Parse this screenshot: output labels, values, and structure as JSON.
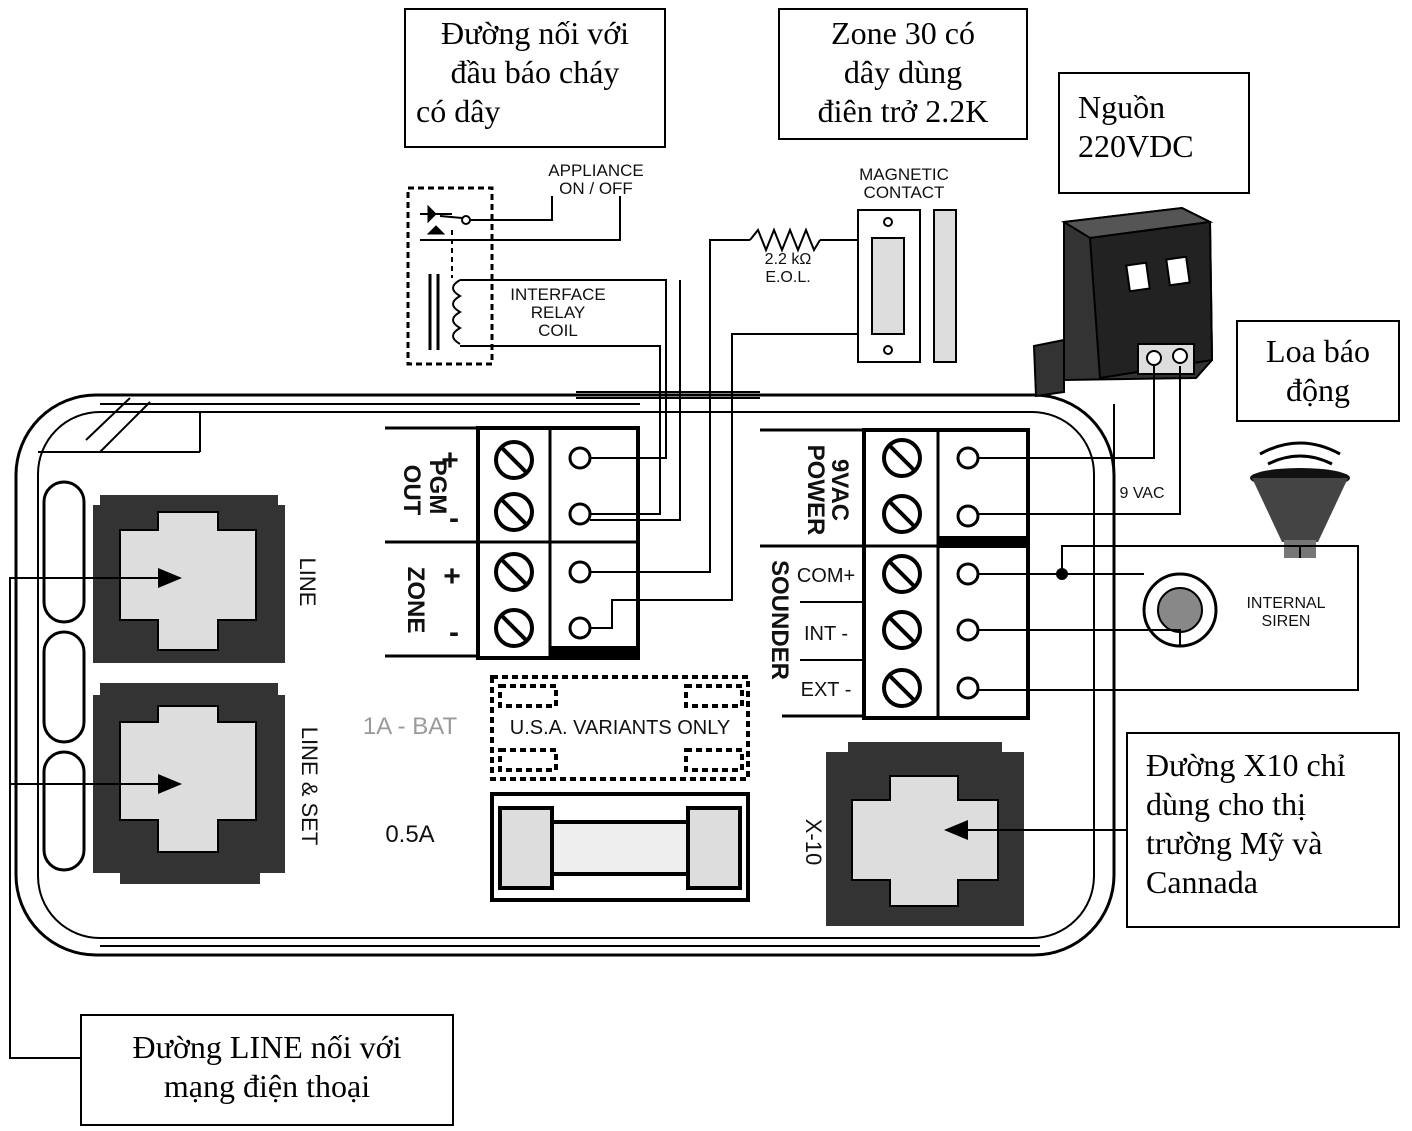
{
  "callouts": {
    "fire_detector": [
      "Đường nối với",
      "đầu báo cháy",
      "có dây"
    ],
    "zone30": [
      "Zone 30 có",
      "dây dùng",
      "điên trở 2.2K"
    ],
    "power_source": [
      "Nguồn",
      "220VDC"
    ],
    "siren_speaker": [
      "Loa báo",
      "động"
    ],
    "x10_line": [
      "Đường X10 chỉ",
      "dùng cho thị",
      "trường Mỹ và",
      "Cannada"
    ],
    "phone_line": [
      "Đường LINE nối với",
      "mạng điện thoại"
    ]
  },
  "labels": {
    "appliance": [
      "APPLIANCE",
      "ON / OFF"
    ],
    "relay": [
      "INTERFACE",
      "RELAY",
      "COIL"
    ],
    "resistor": [
      "2.2 kΩ",
      "E.O.L."
    ],
    "magnetic": [
      "MAGNETIC",
      "CONTACT"
    ],
    "pgm_out": [
      "PGM",
      "OUT"
    ],
    "zone": "ZONE",
    "power": [
      "9VAC",
      "POWER"
    ],
    "sounder": "SOUNDER",
    "com": "COM+",
    "int": "INT -",
    "ext": "EXT -",
    "vac": "9 VAC",
    "internal_siren": [
      "INTERNAL",
      "SIREN"
    ],
    "line": "LINE",
    "line_set": "LINE & SET",
    "bat": "1A - BAT",
    "fuse": "0.5A",
    "usa_variants": "U.S.A. VARIANTS ONLY",
    "x10": "X-10",
    "plus": "+",
    "minus": "-"
  }
}
